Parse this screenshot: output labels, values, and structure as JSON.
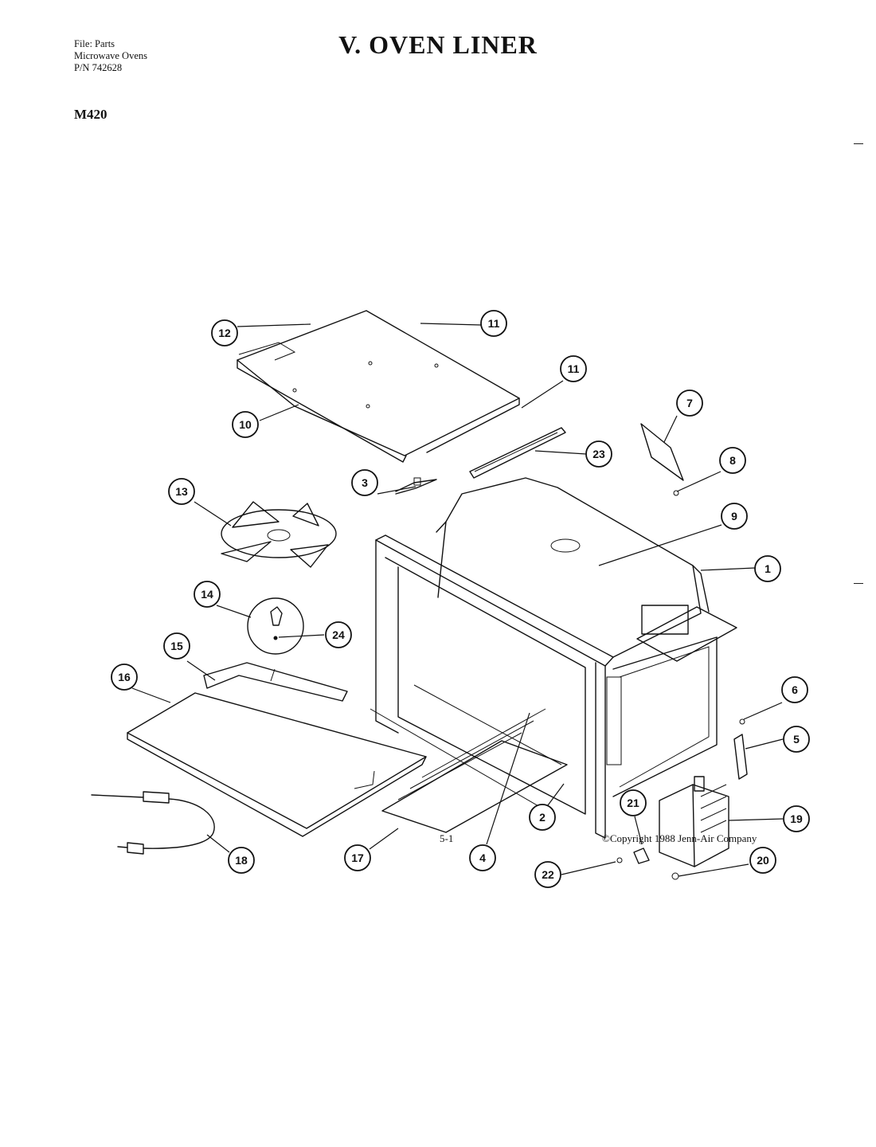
{
  "header": {
    "file_line": "File: Parts",
    "category_line": "Microwave Ovens",
    "pn_line": "P/N 742628",
    "title": "V.  OVEN LINER",
    "model": "M420"
  },
  "callouts": [
    {
      "label": "12"
    },
    {
      "label": "11"
    },
    {
      "label": "11"
    },
    {
      "label": "10"
    },
    {
      "label": "7"
    },
    {
      "label": "23"
    },
    {
      "label": "8"
    },
    {
      "label": "3"
    },
    {
      "label": "13"
    },
    {
      "label": "9"
    },
    {
      "label": "1"
    },
    {
      "label": "14"
    },
    {
      "label": "24"
    },
    {
      "label": "15"
    },
    {
      "label": "16"
    },
    {
      "label": "6"
    },
    {
      "label": "5"
    },
    {
      "label": "19"
    },
    {
      "label": "21"
    },
    {
      "label": "18"
    },
    {
      "label": "17"
    },
    {
      "label": "4"
    },
    {
      "label": "2"
    },
    {
      "label": "22"
    },
    {
      "label": "20"
    }
  ],
  "footer": {
    "page": "5-1",
    "copyright": "©Copyright 1988 Jenn-Air Company"
  }
}
